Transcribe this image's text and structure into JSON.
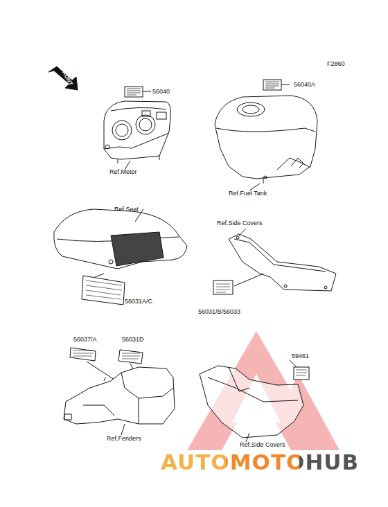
{
  "diagram": {
    "labels": [
      "F2860",
      "FRONT",
      "56040",
      "Ref.Meter",
      "56040A",
      "Ref.Fuel Tank",
      "Ref.Seat",
      "Ref.Side Covers",
      "56031A/C",
      "56031/B/56033",
      "56037/A",
      "56031D",
      "Ref.Fenders",
      "59461",
      "Ref.Side Covers",
      "AUTOMOTOHUB"
    ]
  }
}
